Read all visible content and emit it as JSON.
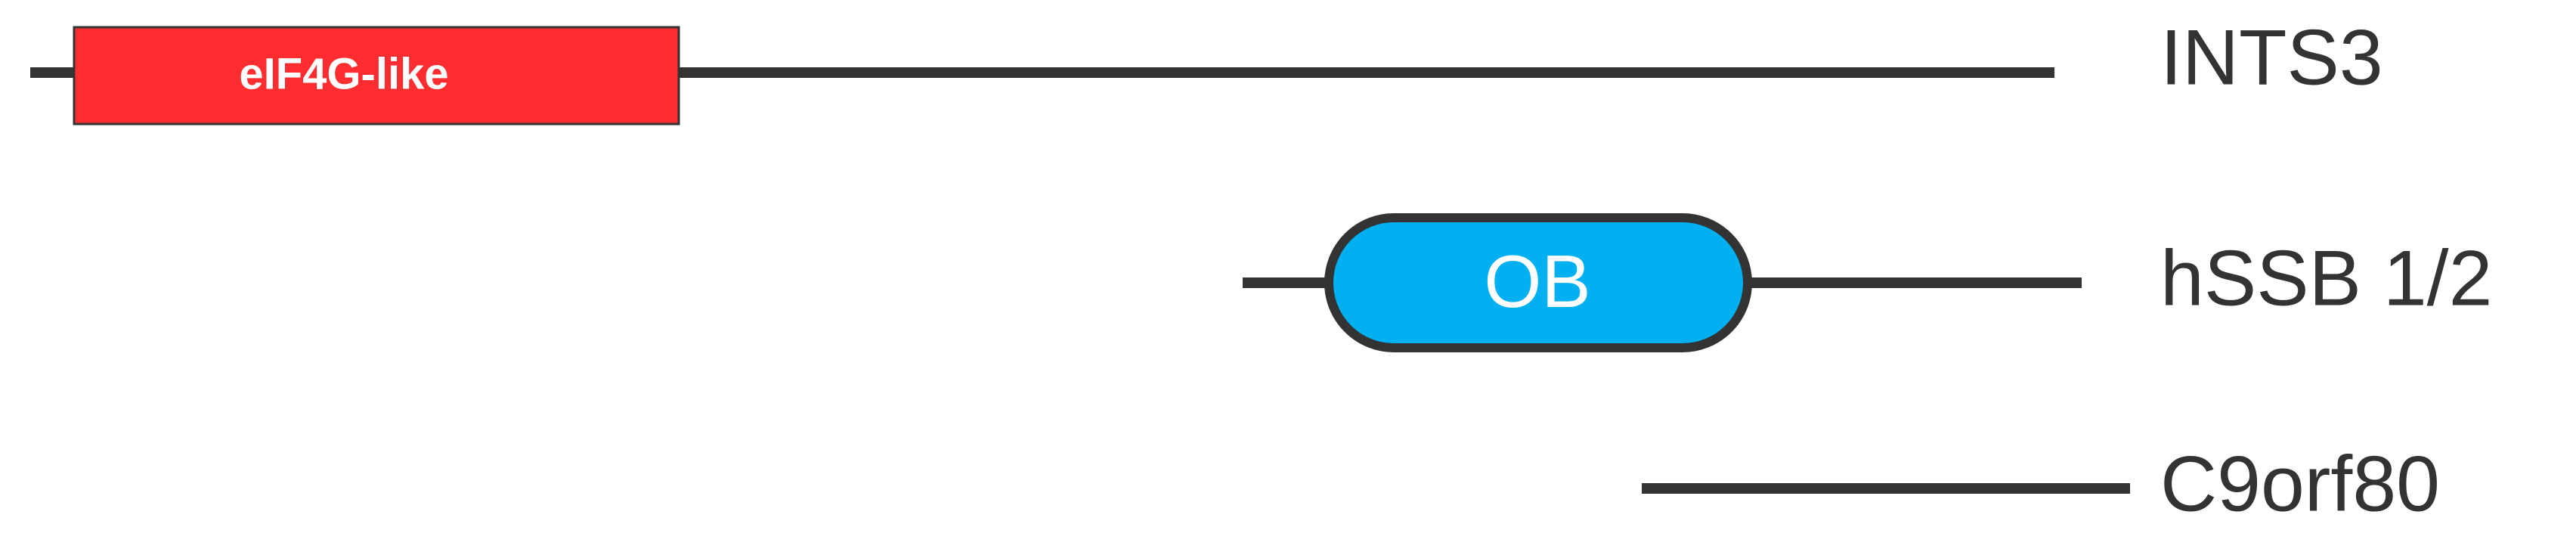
{
  "colors": {
    "backbone": "#333333",
    "label": "#333333",
    "domain_text": "#ffffff",
    "eif4g_fill": "#ff2d2f",
    "eif4g_stroke": "#333333",
    "ob_fill": "#00b0f0",
    "ob_stroke": "#333333"
  },
  "proteins": [
    {
      "name": "INTS3",
      "domain": {
        "label": "eIF4G-like",
        "shape": "rectangle"
      }
    },
    {
      "name": "hSSB 1/2",
      "domain": {
        "label": "OB",
        "shape": "pill"
      }
    },
    {
      "name": "C9orf80"
    }
  ]
}
